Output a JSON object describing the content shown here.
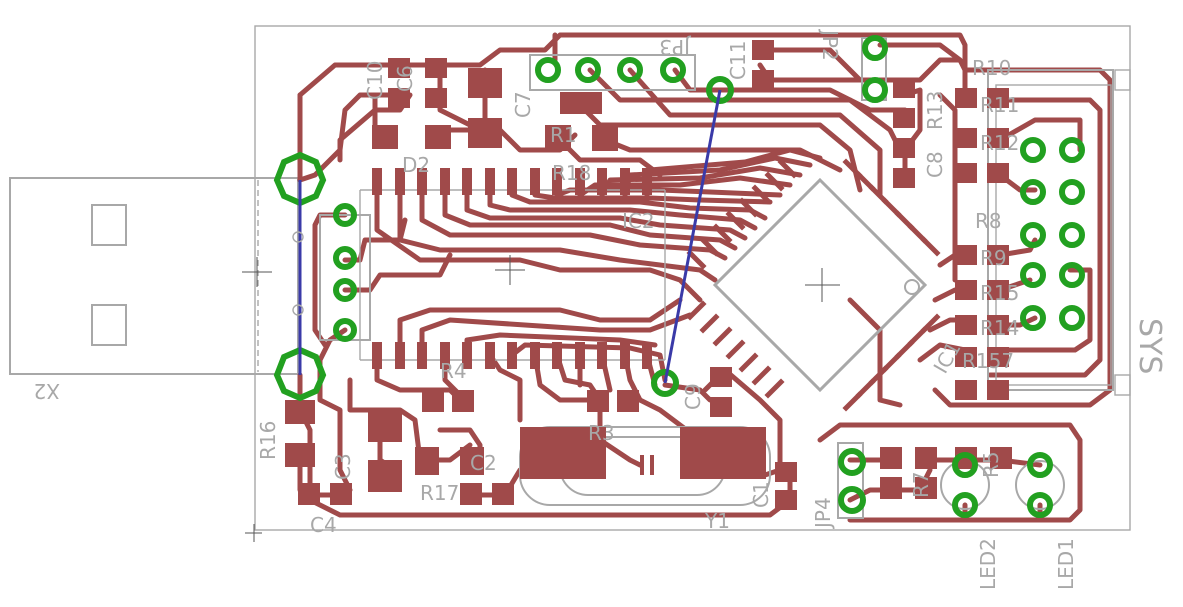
{
  "colors": {
    "trace": "#a04a4a",
    "silkscreen": "#a8a8a8",
    "via": "#22a020",
    "airwire": "#3a3aa8",
    "background": "#ffffff"
  },
  "labels": {
    "x2": "X2",
    "c10": "C10",
    "c6": "C6",
    "c7": "C7",
    "d2": "D2",
    "jp3": "JP3",
    "c11": "C11",
    "jp2": "JP2",
    "r10": "R10",
    "r11": "R11",
    "r12": "R12",
    "c8": "C8",
    "r13": "R13",
    "r1": "R1",
    "r18": "R18",
    "ic2": "IC2",
    "r8": "R8",
    "r9": "R9",
    "r15": "R15",
    "r14": "R14",
    "r157": "R157",
    "ic1": "IC1",
    "r4": "R4",
    "c9": "C9",
    "r3": "R3",
    "r16": "R16",
    "c3": "C3",
    "c2": "C2",
    "r17": "R17",
    "c4": "C4",
    "c1": "C1",
    "y1": "Y1",
    "jp4": "JP4",
    "r5": "R5",
    "r7": "R7",
    "led2": "LED2",
    "led1": "LED1",
    "sys": "SYS"
  }
}
